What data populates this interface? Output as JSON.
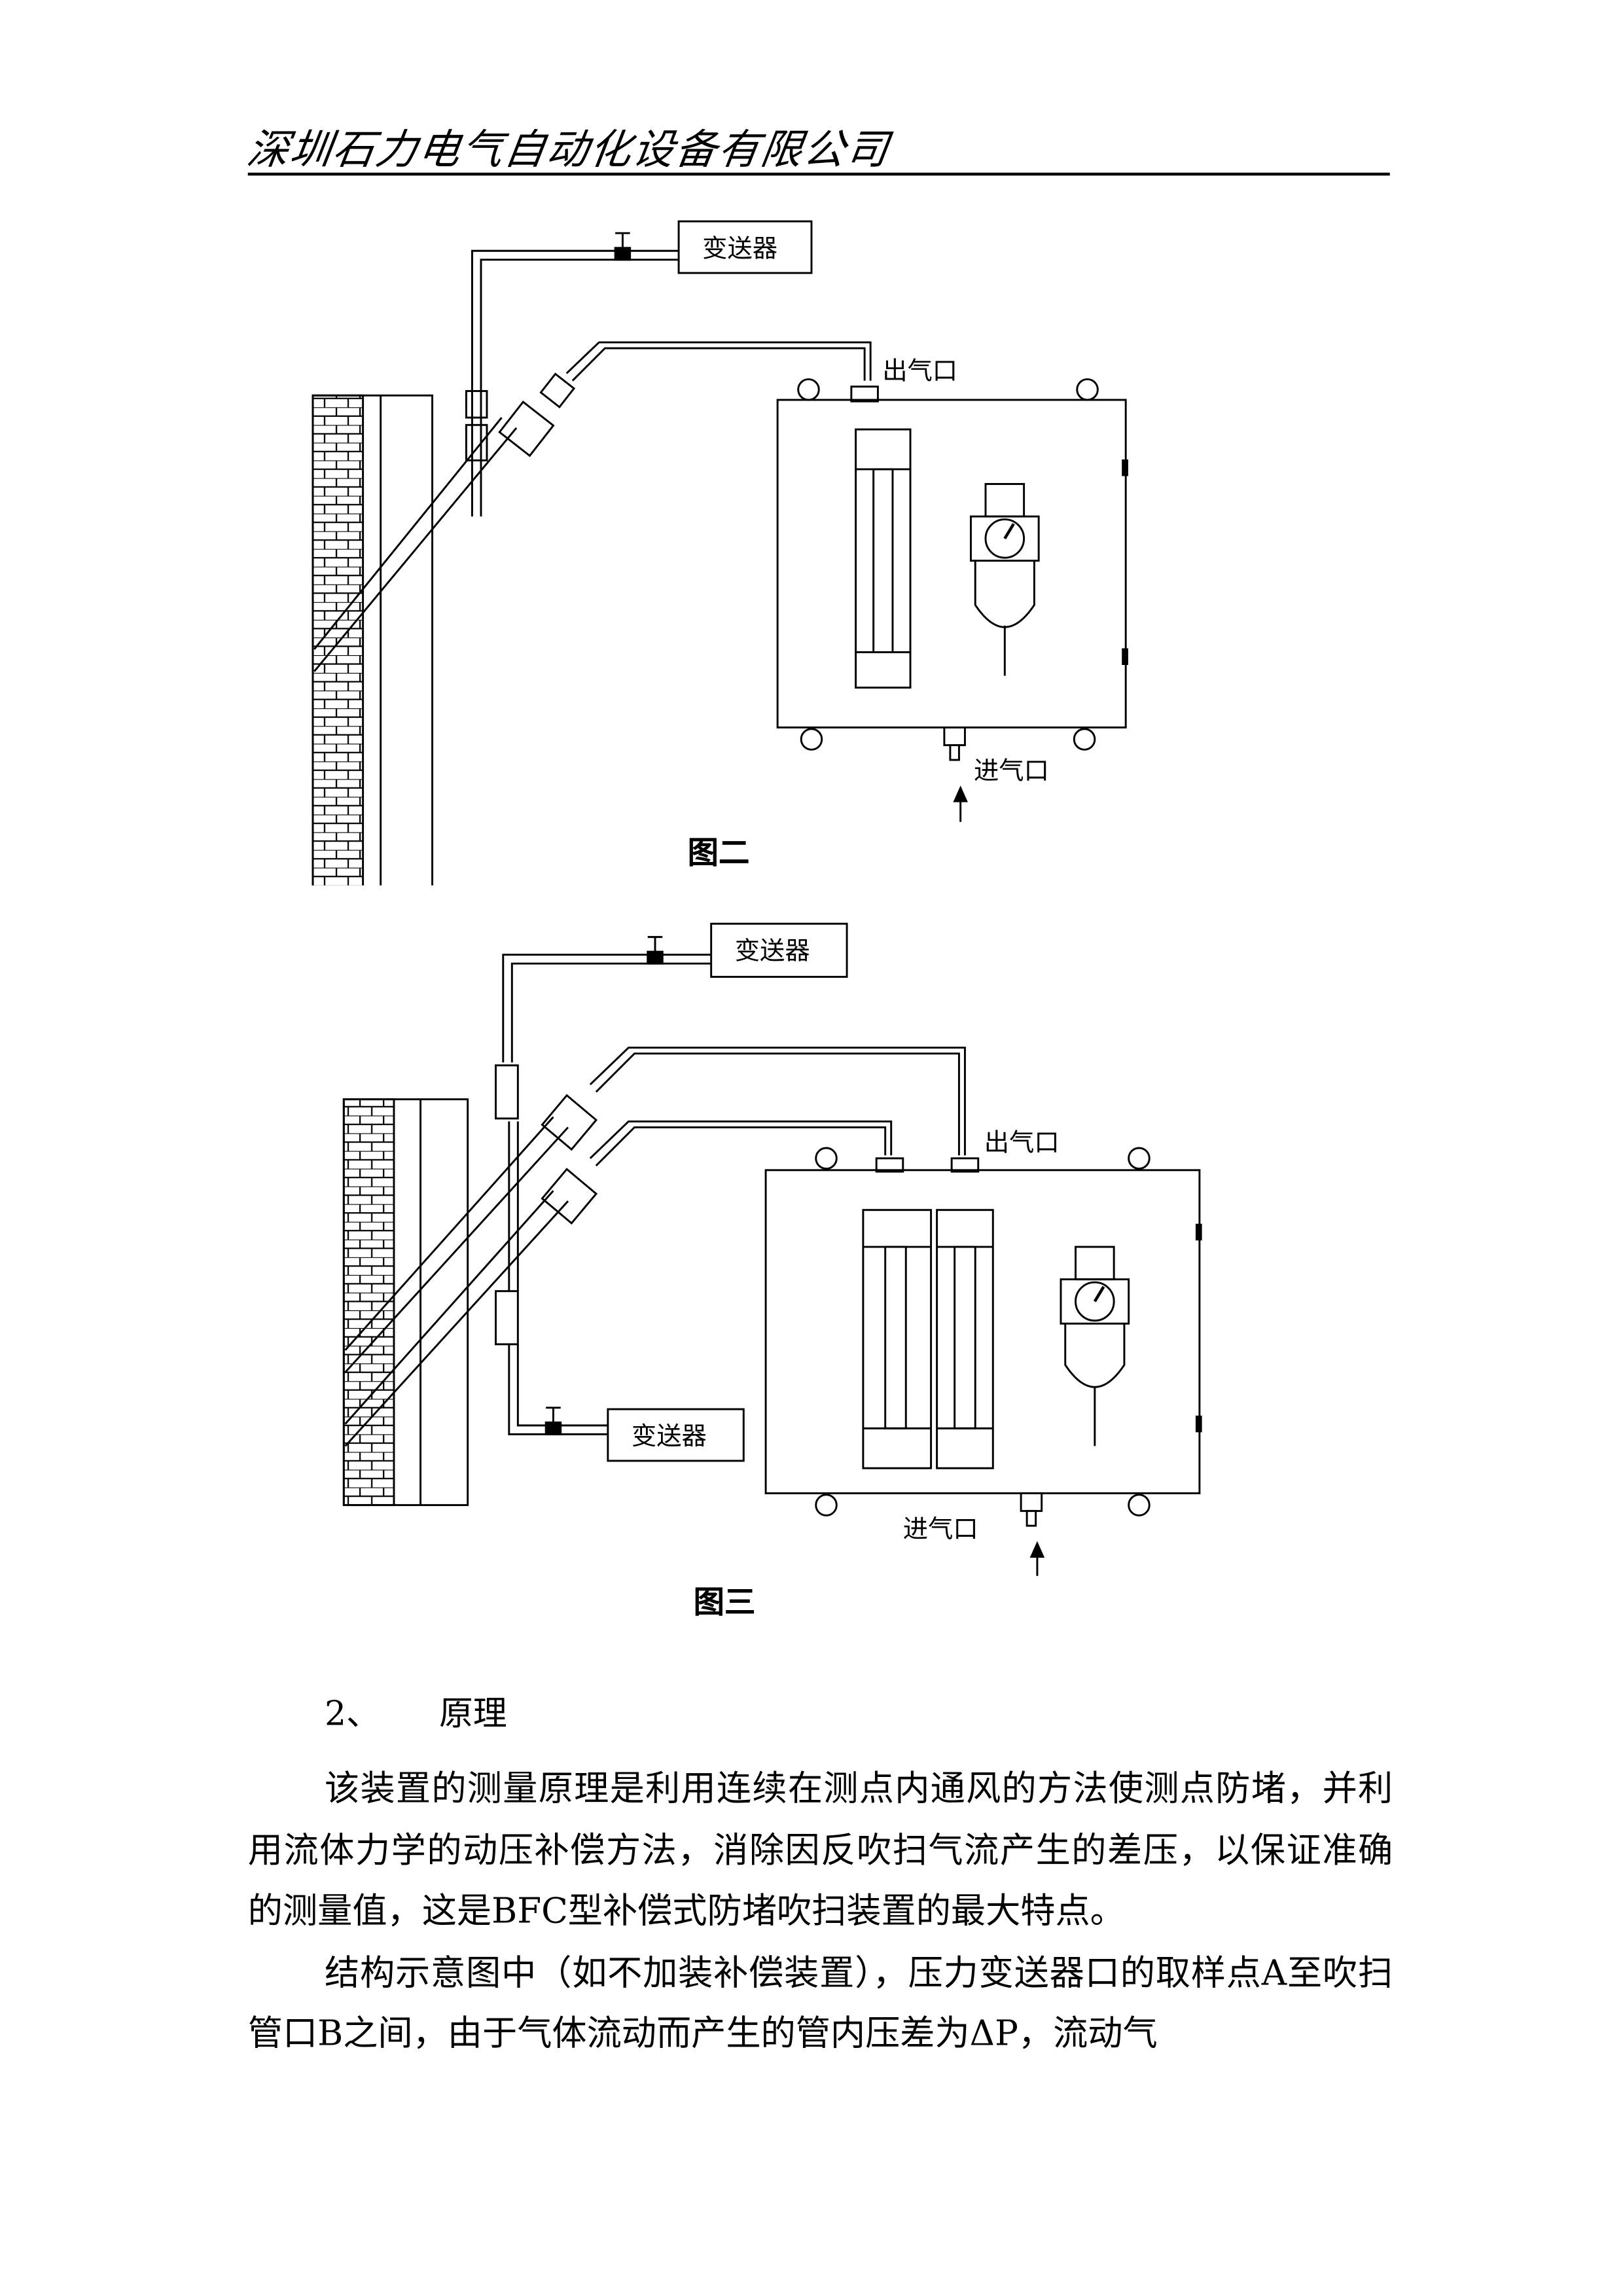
{
  "header": {
    "company": "深圳石力电气自动化设备有限公司"
  },
  "figure2": {
    "transmitter": "变送器",
    "outlet": "出气口",
    "inlet": "进气口",
    "caption": "图二"
  },
  "figure3": {
    "transmitter_top": "变送器",
    "transmitter_bottom": "变送器",
    "outlet": "出气口",
    "inlet": "进气口",
    "caption": "图三"
  },
  "section": {
    "number": "2、",
    "title": "原理"
  },
  "paragraphs": [
    "该装置的测量原理是利用连续在测点内通风的方法使测点防堵，并利用流体力学的动压补偿方法，消除因反吹扫气流产生的差压，以保证准确的测量值，这是BFC型补偿式防堵吹扫装置的最大特点。",
    "结构示意图中（如不加装补偿装置），压力变送器口的取样点A至吹扫管口B之间，由于气体流动而产生的管内压差为ΔP，流动气"
  ]
}
